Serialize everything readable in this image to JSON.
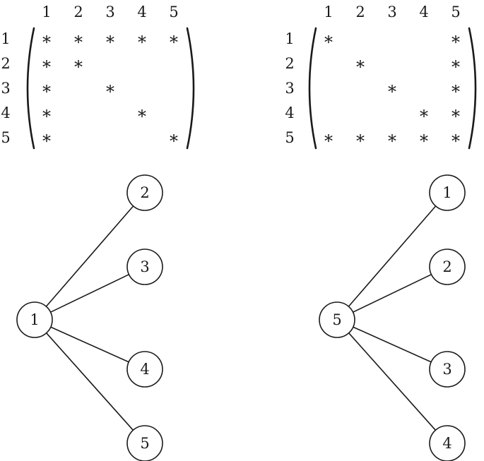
{
  "figure": {
    "matrices": [
      {
        "id": "arrow-matrix-first",
        "column_headers": [
          "1",
          "2",
          "3",
          "4",
          "5"
        ],
        "row_headers": [
          "1",
          "2",
          "3",
          "4",
          "5"
        ],
        "nonzero_symbol": "*",
        "rows": [
          [
            "*",
            "*",
            "*",
            "*",
            "*"
          ],
          [
            "*",
            "*",
            "",
            "",
            ""
          ],
          [
            "*",
            "",
            "*",
            "",
            ""
          ],
          [
            "*",
            "",
            "",
            "*",
            ""
          ],
          [
            "*",
            "",
            "",
            "",
            "*"
          ]
        ]
      },
      {
        "id": "arrow-matrix-last",
        "column_headers": [
          "1",
          "2",
          "3",
          "4",
          "5"
        ],
        "row_headers": [
          "1",
          "2",
          "3",
          "4",
          "5"
        ],
        "nonzero_symbol": "*",
        "rows": [
          [
            "*",
            "",
            "",
            "",
            "*"
          ],
          [
            "",
            "*",
            "",
            "",
            "*"
          ],
          [
            "",
            "",
            "*",
            "",
            "*"
          ],
          [
            "",
            "",
            "",
            "*",
            "*"
          ],
          [
            "*",
            "*",
            "*",
            "*",
            "*"
          ]
        ]
      }
    ],
    "graphs": [
      {
        "id": "star-graph-first",
        "center": "1",
        "leaves": [
          "2",
          "3",
          "4",
          "5"
        ],
        "edges": [
          [
            "1",
            "2"
          ],
          [
            "1",
            "3"
          ],
          [
            "1",
            "4"
          ],
          [
            "1",
            "5"
          ]
        ]
      },
      {
        "id": "star-graph-last",
        "center": "5",
        "leaves": [
          "1",
          "2",
          "3",
          "4"
        ],
        "edges": [
          [
            "5",
            "1"
          ],
          [
            "5",
            "2"
          ],
          [
            "5",
            "3"
          ],
          [
            "5",
            "4"
          ]
        ]
      }
    ]
  }
}
